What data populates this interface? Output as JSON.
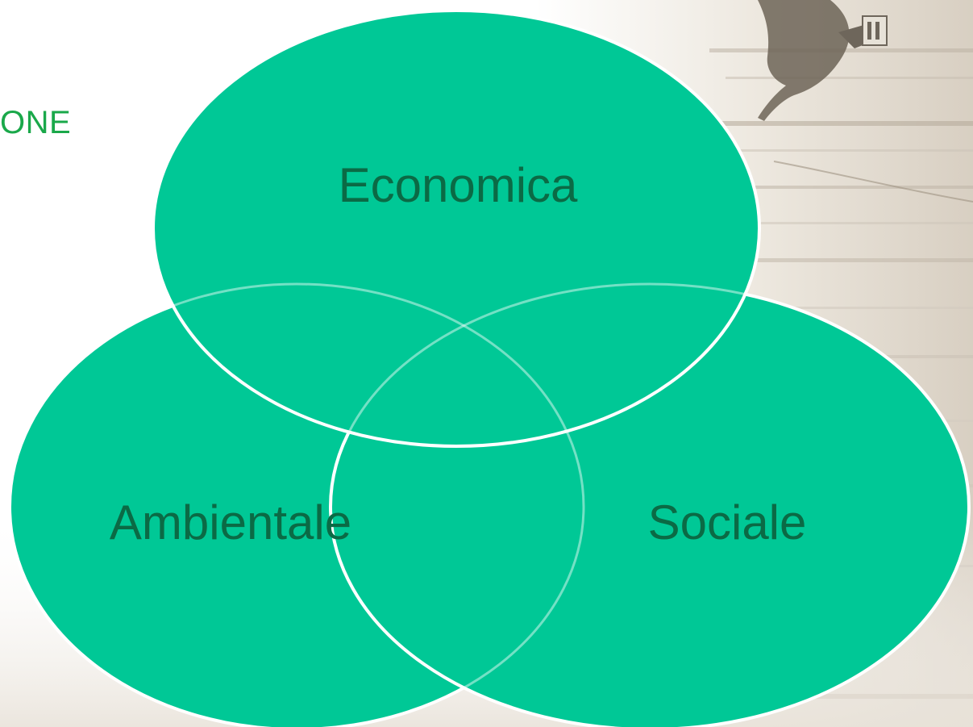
{
  "header": {
    "title_fragment": "ONE"
  },
  "diagram": {
    "type": "venn",
    "sets": [
      {
        "id": "economica",
        "label": "Economica"
      },
      {
        "id": "ambientale",
        "label": "Ambientale"
      },
      {
        "id": "sociale",
        "label": "Sociale"
      }
    ]
  },
  "colors": {
    "circle_fill": "#00c896",
    "circle_outline": "#ffffff",
    "label_text": "#0b6a45",
    "title_text": "#1aa84a"
  },
  "background": {
    "image_subject": "racehorse-photo"
  }
}
